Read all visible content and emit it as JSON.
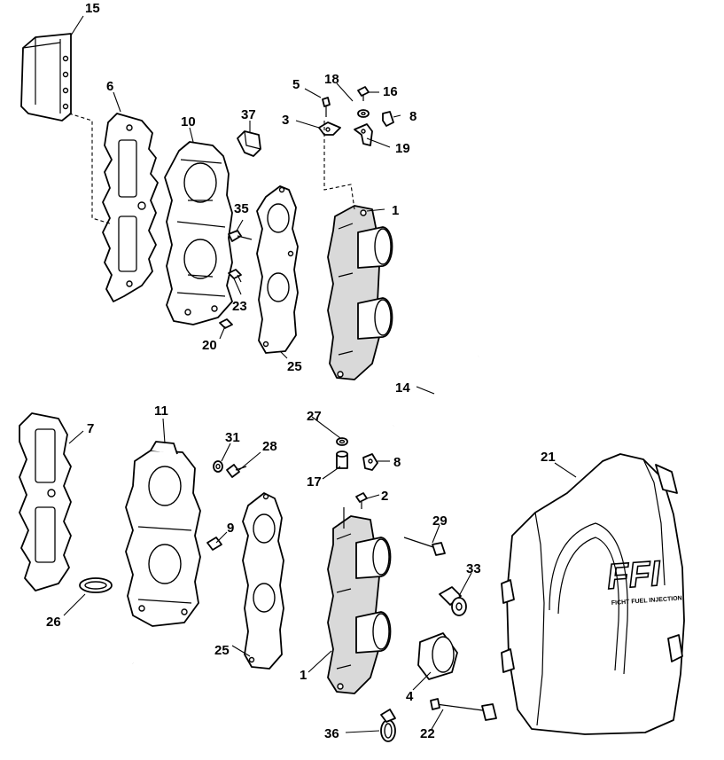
{
  "diagram": {
    "cover_logo_text": "FFI",
    "cover_logo_subtext": "FICHT FUEL INJECTION",
    "callouts": {
      "c1_top": "1",
      "c1_bottom": "1",
      "c2": "2",
      "c3": "3",
      "c4": "4",
      "c5": "5",
      "c6": "6",
      "c7": "7",
      "c8_top": "8",
      "c8_bottom": "8",
      "c9": "9",
      "c10": "10",
      "c11": "11",
      "c14": "14",
      "c15": "15",
      "c16": "16",
      "c17": "17",
      "c18": "18",
      "c19": "19",
      "c20": "20",
      "c21": "21",
      "c22": "22",
      "c23": "23",
      "c25_top": "25",
      "c25_bottom": "25",
      "c26": "26",
      "c27": "27",
      "c28": "28",
      "c29": "29",
      "c31": "31",
      "c33": "33",
      "c35": "35",
      "c36": "36",
      "c37": "37"
    }
  }
}
